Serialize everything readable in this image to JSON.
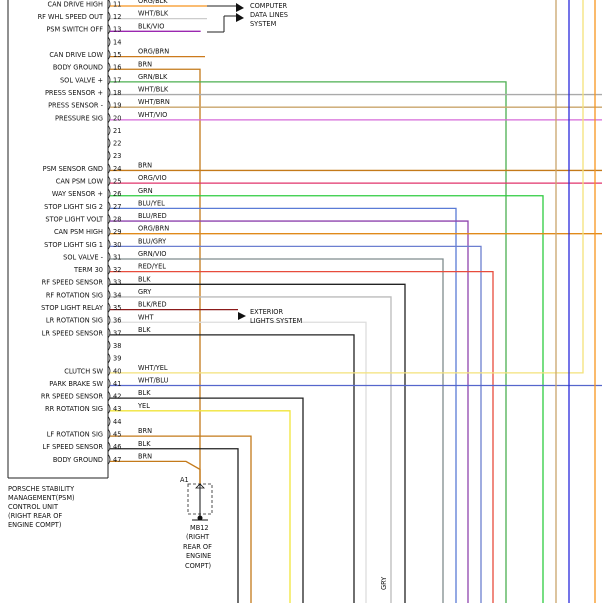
{
  "module": {
    "caption": [
      "PORSCHE STABILITY",
      "MANAGEMENT(PSM)",
      "CONTROL UNIT",
      "(RIGHT REAR OF",
      "ENGINE COMPT)"
    ]
  },
  "pins": [
    {
      "n": "11",
      "label": "CAN DRIVE HIGH",
      "wire": "ORG/BLK",
      "color": "#f7941d"
    },
    {
      "n": "12",
      "label": "RF WHL SPEED OUT",
      "wire": "WHT/BLK",
      "color": "#cccccc"
    },
    {
      "n": "13",
      "label": "PSM SWITCH OFF",
      "wire": "BLK/VIO",
      "color": "#9b27b0"
    },
    {
      "n": "14",
      "label": "",
      "wire": "",
      "color": ""
    },
    {
      "n": "15",
      "label": "CAN DRIVE LOW",
      "wire": "ORG/BRN",
      "color": "#cc7a1c"
    },
    {
      "n": "16",
      "label": "BODY GROUND",
      "wire": "BRN",
      "color": "#c47a1a"
    },
    {
      "n": "17",
      "label": "SOL VALVE +",
      "wire": "GRN/BLK",
      "color": "#4caf50"
    },
    {
      "n": "18",
      "label": "PRESS SENSOR +",
      "wire": "WHT/BLK",
      "color": "#aaaaaa"
    },
    {
      "n": "19",
      "label": "PRESS SENSOR -",
      "wire": "WHT/BRN",
      "color": "#c9a56b"
    },
    {
      "n": "20",
      "label": "PRESSURE SIG",
      "wire": "WHT/VIO",
      "color": "#d66ad8"
    },
    {
      "n": "21",
      "label": "",
      "wire": "",
      "color": ""
    },
    {
      "n": "22",
      "label": "",
      "wire": "",
      "color": ""
    },
    {
      "n": "23",
      "label": "",
      "wire": "",
      "color": ""
    },
    {
      "n": "24",
      "label": "PSM SENSOR GND",
      "wire": "BRN",
      "color": "#c47a1a"
    },
    {
      "n": "25",
      "label": "CAN PSM LOW",
      "wire": "ORG/VIO",
      "color": "#e0336b"
    },
    {
      "n": "26",
      "label": "WAY SENSOR +",
      "wire": "GRN",
      "color": "#2ecc40"
    },
    {
      "n": "27",
      "label": "STOP LIGHT SIG 2",
      "wire": "BLU/YEL",
      "color": "#5a7bd6"
    },
    {
      "n": "28",
      "label": "STOP LIGHT VOLT",
      "wire": "BLU/RED",
      "color": "#8e44ad"
    },
    {
      "n": "29",
      "label": "CAN PSM HIGH",
      "wire": "ORG/BRN",
      "color": "#e08a1a"
    },
    {
      "n": "30",
      "label": "STOP LIGHT SIG 1",
      "wire": "BLU/GRY",
      "color": "#6c7fd0"
    },
    {
      "n": "31",
      "label": "SOL VALVE -",
      "wire": "GRN/VIO",
      "color": "#7f8c8d"
    },
    {
      "n": "32",
      "label": "TERM 30",
      "wire": "RED/YEL",
      "color": "#e74c3c"
    },
    {
      "n": "33",
      "label": "RF SPEED SENSOR",
      "wire": "BLK",
      "color": "#222222"
    },
    {
      "n": "34",
      "label": "RF ROTATION SIG",
      "wire": "GRY",
      "color": "#bbbbbb"
    },
    {
      "n": "35",
      "label": "STOP LIGHT RELAY",
      "wire": "BLK/RED",
      "color": "#8b1a1a"
    },
    {
      "n": "36",
      "label": "LR ROTATION SIG",
      "wire": "WHT",
      "color": "#dddddd"
    },
    {
      "n": "37",
      "label": "LR SPEED SENSOR",
      "wire": "BLK",
      "color": "#222222"
    },
    {
      "n": "38",
      "label": "",
      "wire": "",
      "color": ""
    },
    {
      "n": "39",
      "label": "",
      "wire": "",
      "color": ""
    },
    {
      "n": "40",
      "label": "CLUTCH SW",
      "wire": "WHT/YEL",
      "color": "#f3e27a"
    },
    {
      "n": "41",
      "label": "PARK BRAKE SW",
      "wire": "WHT/BLU",
      "color": "#5566cc"
    },
    {
      "n": "42",
      "label": "RR SPEED SENSOR",
      "wire": "BLK",
      "color": "#222222"
    },
    {
      "n": "43",
      "label": "RR ROTATION SIG",
      "wire": "YEL",
      "color": "#f1e43a"
    },
    {
      "n": "44",
      "label": "",
      "wire": "",
      "color": ""
    },
    {
      "n": "45",
      "label": "LF ROTATION SIG",
      "wire": "BRN",
      "color": "#c47a1a"
    },
    {
      "n": "46",
      "label": "LF SPEED SENSOR",
      "wire": "BLK",
      "color": "#222222"
    },
    {
      "n": "47",
      "label": "BODY GROUND",
      "wire": "BRN",
      "color": "#c47a1a"
    }
  ],
  "notes": {
    "computer_data_lines": [
      "COMPUTER",
      "DATA LINES",
      "SYSTEM"
    ],
    "exterior_lights": [
      "EXTERIOR",
      "LIGHTS SYSTEM"
    ],
    "ground_id": "A1",
    "ground_caption": [
      "MB12",
      "(RIGHT",
      "REAR OF",
      "ENGINE",
      "COMPT)"
    ],
    "gry_label": "GRY"
  }
}
